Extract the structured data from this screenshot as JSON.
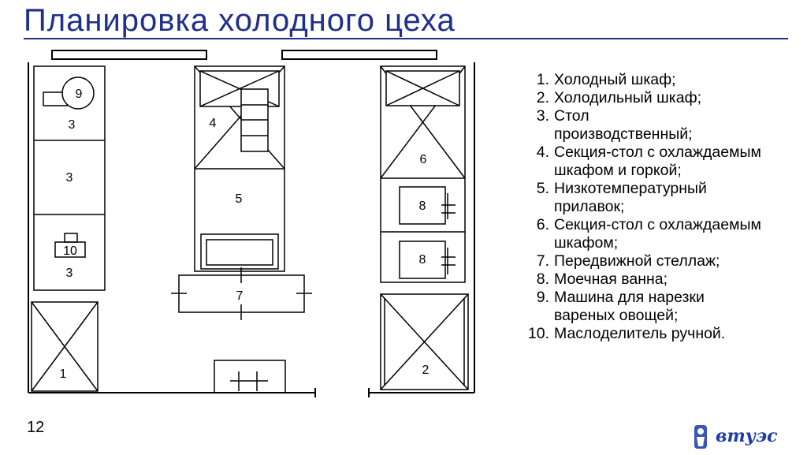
{
  "title": "Планировка холодного цеха",
  "page_number": "12",
  "logo_text": "втуэс",
  "plan_labels": {
    "n1": "1",
    "n2": "2",
    "n3a": "3",
    "n3b": "3",
    "n3c": "3",
    "n4": "4",
    "n5": "5",
    "n6": "6",
    "n7": "7",
    "n8a": "8",
    "n8b": "8",
    "n9": "9",
    "n10": "10"
  },
  "legend": [
    {
      "num": "1.",
      "text": "Холодный шкаф;"
    },
    {
      "num": "2.",
      "text": "Холодильный шкаф;"
    },
    {
      "num": "3.",
      "text": "Стол производственный;"
    },
    {
      "num": "4.",
      "text": "Секция-стол с охлаждаемым шкафом и горкой;"
    },
    {
      "num": "5.",
      "text": "Низкотемпературный прилавок;"
    },
    {
      "num": "6.",
      "text": "Секция-стол с охлаждаемым шкафом;"
    },
    {
      "num": "7.",
      "text": "Передвижной стеллаж;"
    },
    {
      "num": "8.",
      "text": "Моечная ванна;"
    },
    {
      "num": "9.",
      "text": "Машина для нарезки вареных овощей;"
    },
    {
      "num": "10.",
      "text": "Маслоделитель ручной."
    }
  ]
}
